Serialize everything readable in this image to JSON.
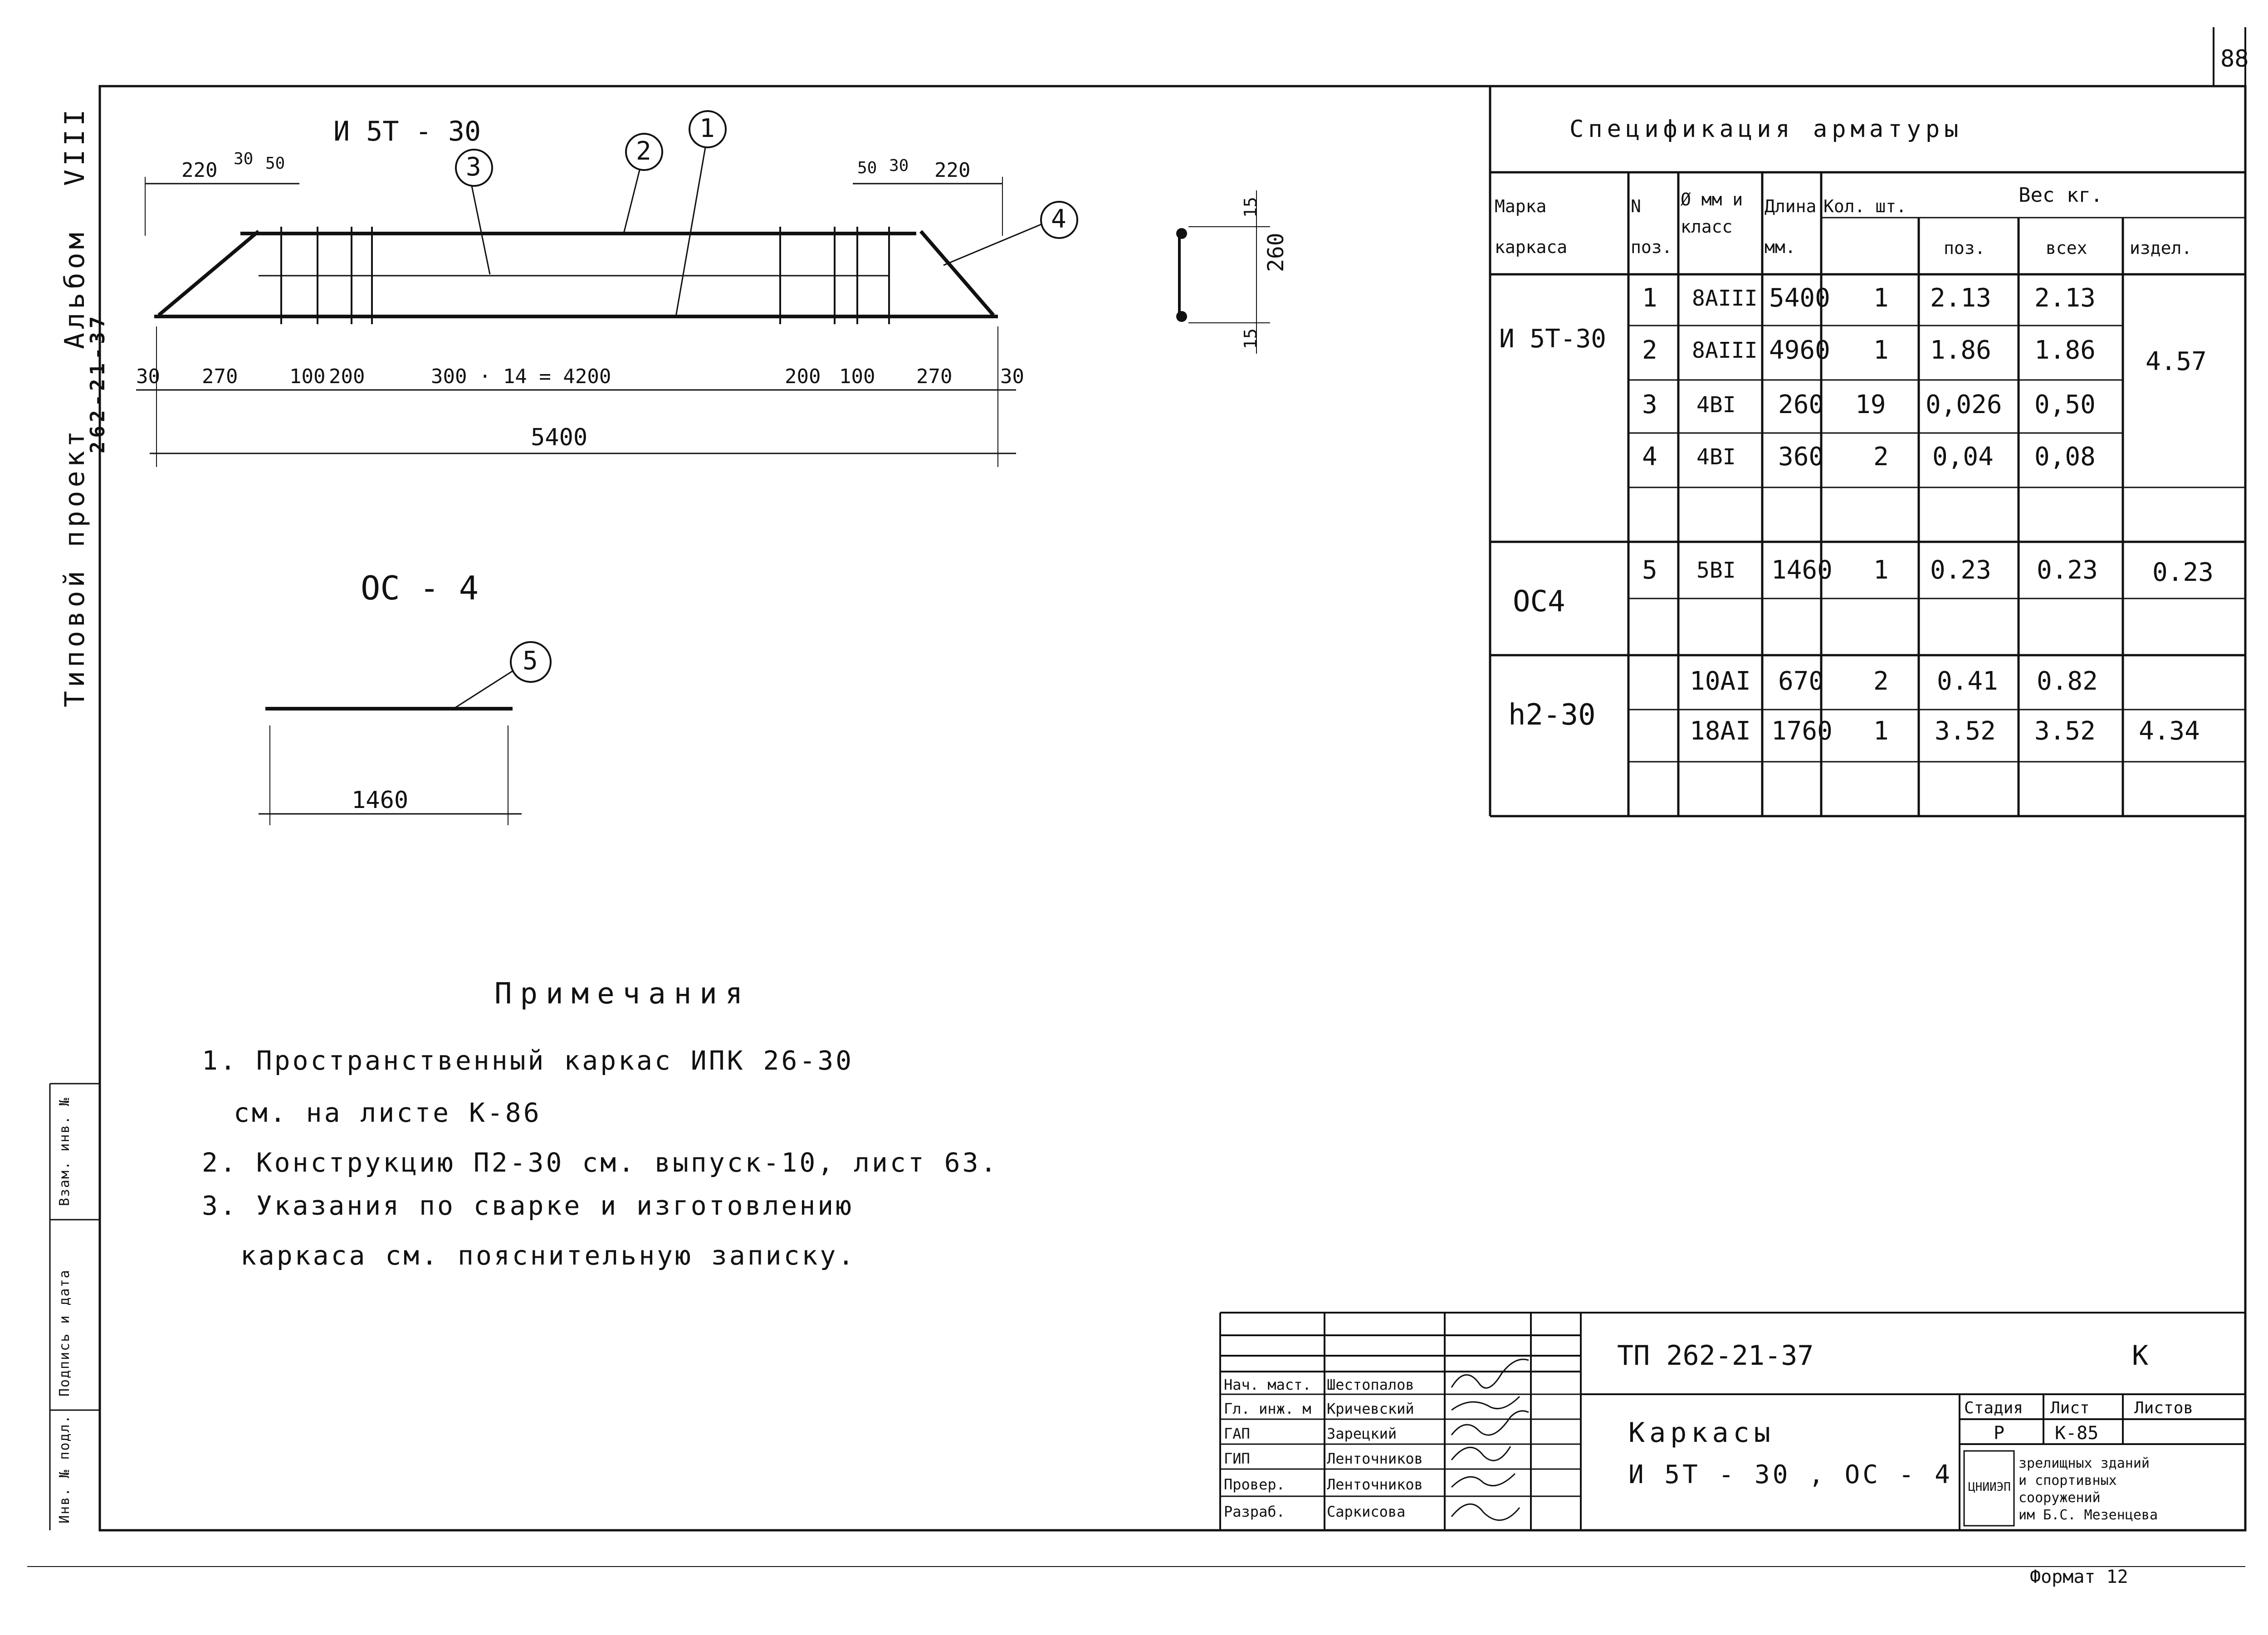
{
  "page_number": "88",
  "side": {
    "project": "Типовой проект",
    "project_number": "262-21-37",
    "album": "Альбом",
    "album_number": "VIII",
    "col1": "Взам. инв. №",
    "col2": "Подпись и дата",
    "col3": "Инв. № подл."
  },
  "drawing1": {
    "title": "И 5Т - 30",
    "callouts": [
      "1",
      "2",
      "3",
      "4"
    ],
    "top_dims_left": [
      "220",
      "30",
      "50"
    ],
    "top_dims_right": [
      "50",
      "30",
      "220"
    ],
    "bottom_dims": [
      "30",
      "270",
      "100",
      "200",
      "300 · 14 = 4200",
      "200",
      "100",
      "270",
      "30"
    ],
    "total": "5400"
  },
  "section": {
    "height": "260",
    "top": "15",
    "bottom": "15"
  },
  "drawing2": {
    "title": "ОС - 4",
    "callout": "5",
    "length": "1460"
  },
  "spec": {
    "title": "Спецификация арматуры",
    "headers": {
      "marka": "Марка каркаса",
      "n": "N поз.",
      "diam": "Ø мм и класс",
      "len": "Длина мм.",
      "kol": "Кол. шт.",
      "ves": "Вес кг.",
      "poz": "поз.",
      "vseh": "всех",
      "izdel": "издел."
    },
    "groups": [
      {
        "marka": "И 5Т-30",
        "total": "4.57",
        "rows": [
          {
            "n": "1",
            "d": "8AIII",
            "l": "5400",
            "k": "1",
            "p": "2.13",
            "v": "2.13"
          },
          {
            "n": "2",
            "d": "8AIII",
            "l": "4960",
            "k": "1",
            "p": "1.86",
            "v": "1.86"
          },
          {
            "n": "3",
            "d": "4BI",
            "l": "260",
            "k": "19",
            "p": "0,026",
            "v": "0,50"
          },
          {
            "n": "4",
            "d": "4BI",
            "l": "360",
            "k": "2",
            "p": "0,04",
            "v": "0,08"
          }
        ]
      },
      {
        "marka": "ОС4",
        "total": "0.23",
        "rows": [
          {
            "n": "5",
            "d": "5BI",
            "l": "1460",
            "k": "1",
            "p": "0.23",
            "v": "0.23"
          }
        ]
      },
      {
        "marka": "h2-30",
        "total": "4.34",
        "rows": [
          {
            "n": "",
            "d": "10AI",
            "l": "670",
            "k": "2",
            "p": "0.41",
            "v": "0.82"
          },
          {
            "n": "",
            "d": "18AI",
            "l": "1760",
            "k": "1",
            "p": "3.52",
            "v": "3.52"
          }
        ]
      }
    ]
  },
  "notes": {
    "title": "Примечания",
    "items": [
      "1. Пространственный каркас ИПК 26-30",
      "см. на листе К-86",
      "2. Конструкцию П2-30 см. выпуск-10, лист 63.",
      "3. Указания по сварке и изготовлению",
      "каркаса см. пояснительную записку."
    ]
  },
  "stamp": {
    "code": "ТП 262-21-37",
    "k": "К",
    "roles": [
      "Нач. маст.",
      "Гл. инж. м",
      "ГАП",
      "ГИП",
      "Провер.",
      "Разраб."
    ],
    "names": [
      "Шестопалов",
      "Кричевский",
      "Зарецкий",
      "Ленточников",
      "Ленточников",
      "Саркисова"
    ],
    "title1": "Каркасы",
    "title2": "И 5Т - 30 , ОС - 4",
    "stadia_h": "Стадия",
    "list_h": "Лист",
    "listov_h": "Листов",
    "stadia": "Р",
    "list": "К-85",
    "org_logo": "ЦНИИЭП",
    "org1": "зрелищных зданий",
    "org2": "и спортивных",
    "org3": "сооружений",
    "org4": "им Б.С. Мезенцева"
  },
  "format": "Формат 12"
}
